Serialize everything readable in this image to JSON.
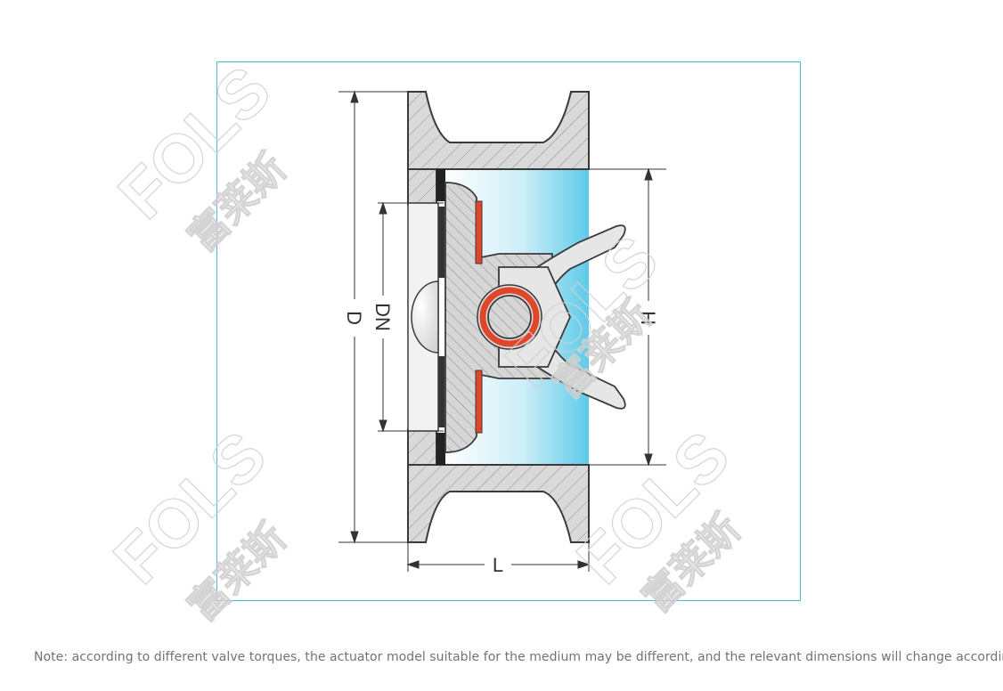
{
  "diagram": {
    "dimension_labels": {
      "D": "D",
      "DN": "DN",
      "H": "H",
      "L": "L"
    },
    "watermark": {
      "brand": "FOLS",
      "chinese": "富莱斯"
    },
    "colors": {
      "frame_border": "#48b9d8",
      "body_fill": "#d9d9d9",
      "hatch_line": "#8f8f8f",
      "outline": "#3a3a3a",
      "medium_blue": "#5ecbea",
      "seal_red": "#e0462a",
      "gasket_black": "#222222"
    }
  },
  "note": "Note: according to different valve torques, the actuator model suitable for the medium may be different, and the relevant dimensions will change accordingly."
}
